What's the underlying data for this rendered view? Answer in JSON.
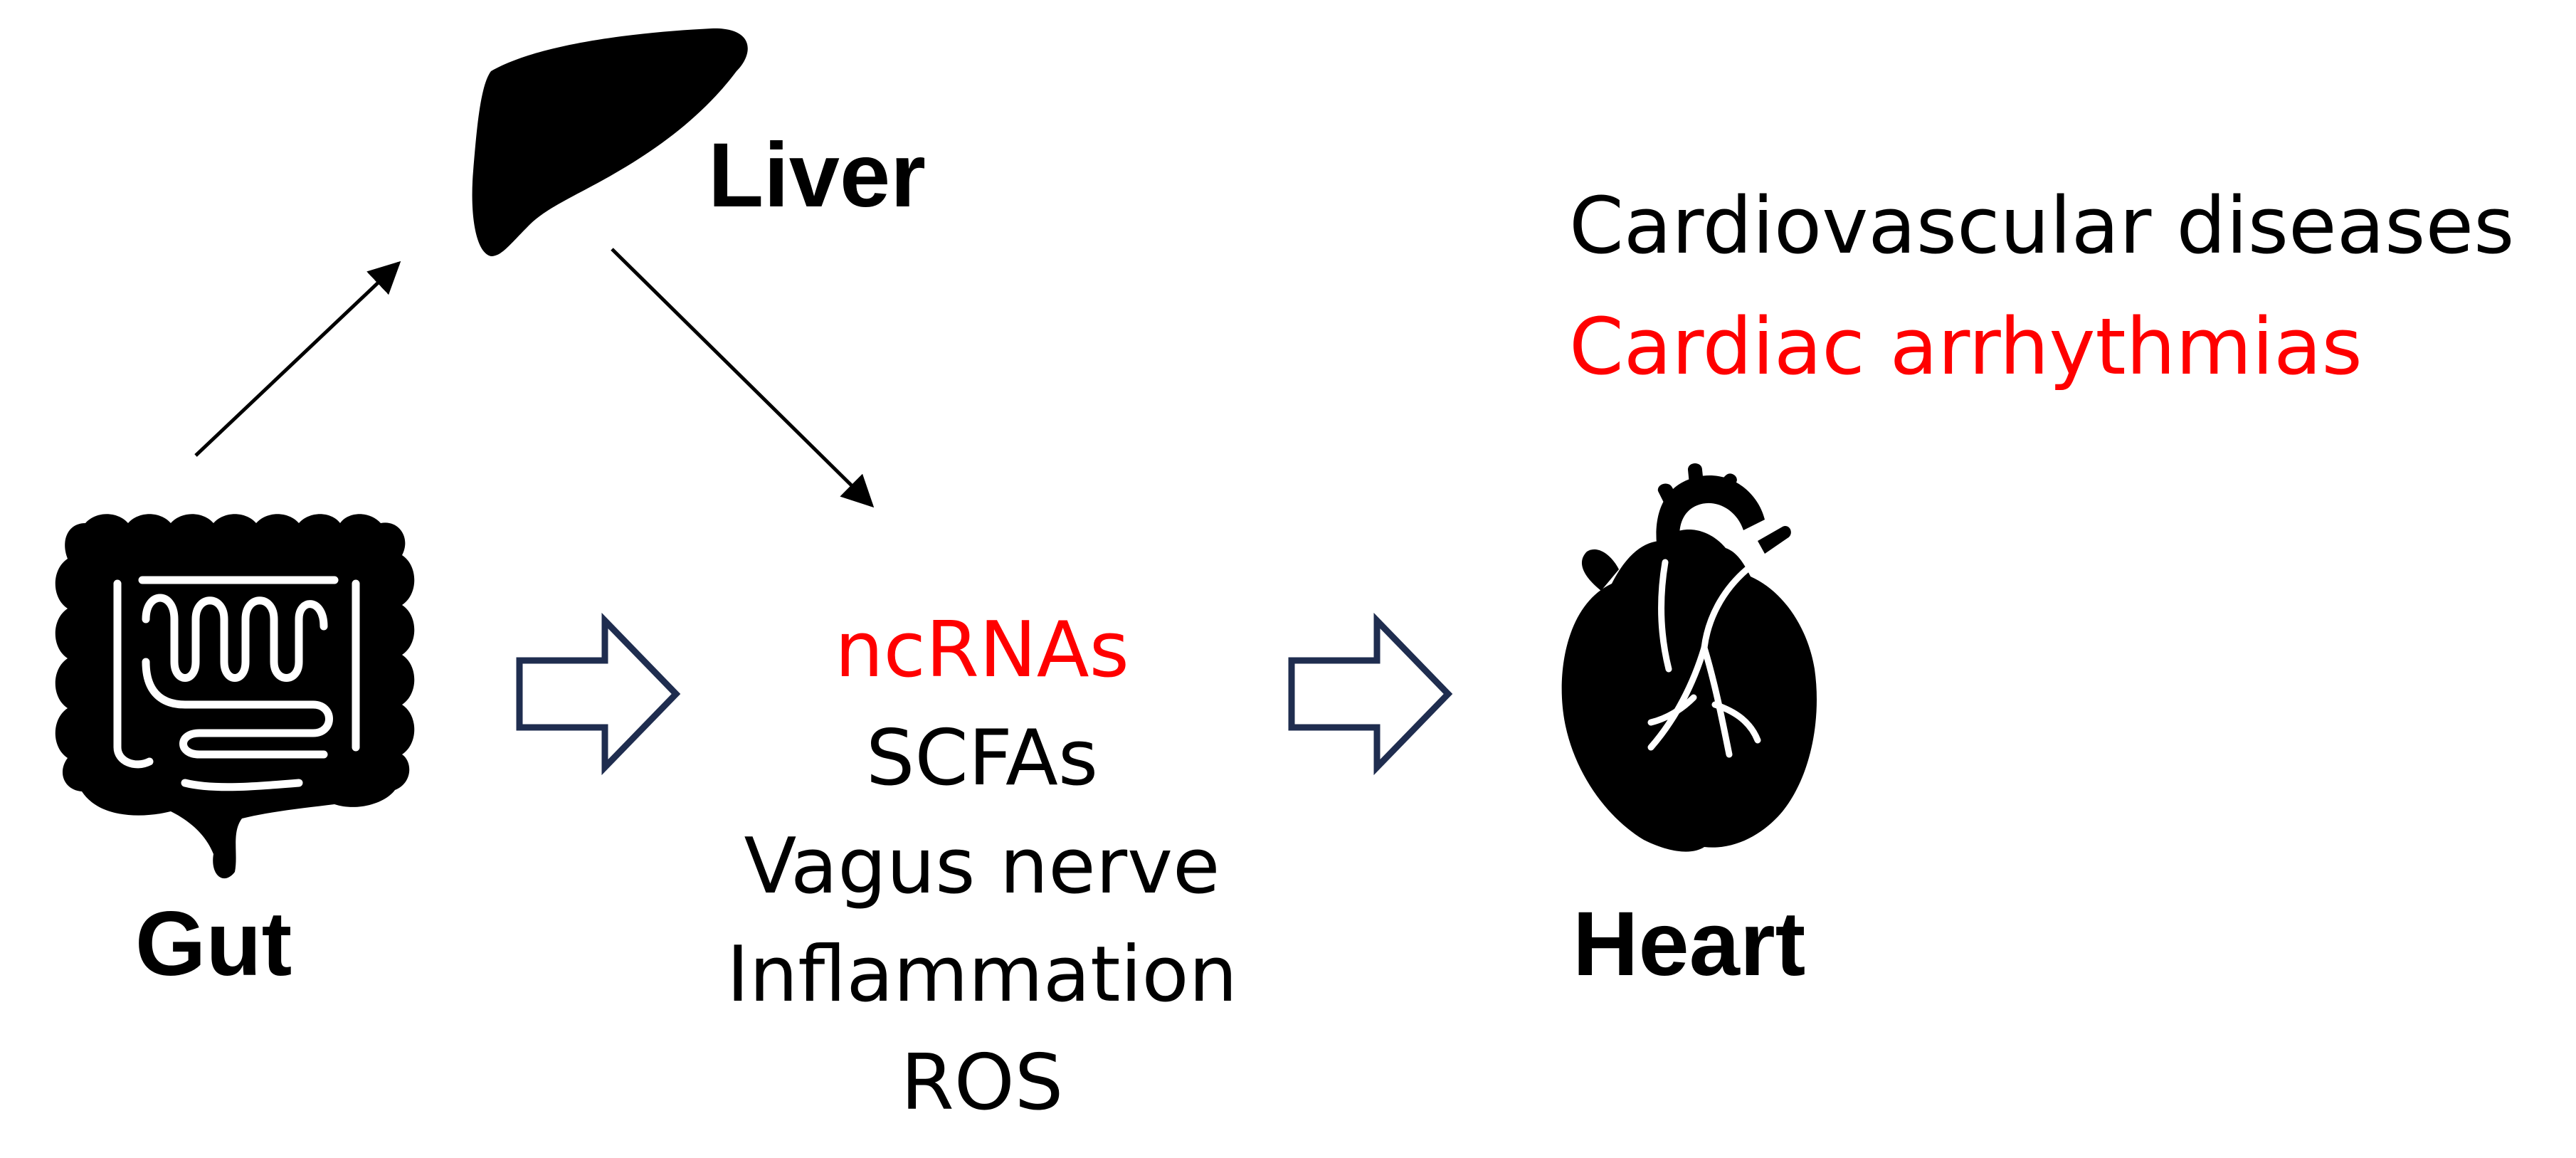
{
  "organs": {
    "gut": {
      "label": "Gut",
      "icon": "intestine-icon"
    },
    "liver": {
      "label": "Liver",
      "icon": "liver-icon"
    },
    "heart": {
      "label": "Heart",
      "icon": "heart-icon"
    }
  },
  "mediators": [
    {
      "label": "ncRNAs",
      "color": "#ff0000"
    },
    {
      "label": "SCFAs",
      "color": "#000000"
    },
    {
      "label": "Vagus nerve",
      "color": "#000000"
    },
    {
      "label": "Inflammation",
      "color": "#000000"
    },
    {
      "label": "ROS",
      "color": "#000000"
    }
  ],
  "outcomes": [
    {
      "label": "Cardiovascular diseases",
      "color": "#000000"
    },
    {
      "label": "Cardiac arrhythmias",
      "color": "#ff0000"
    }
  ],
  "colors": {
    "highlight": "#ff0000",
    "arrow_outline": "#1f2d4f",
    "text": "#000000"
  }
}
